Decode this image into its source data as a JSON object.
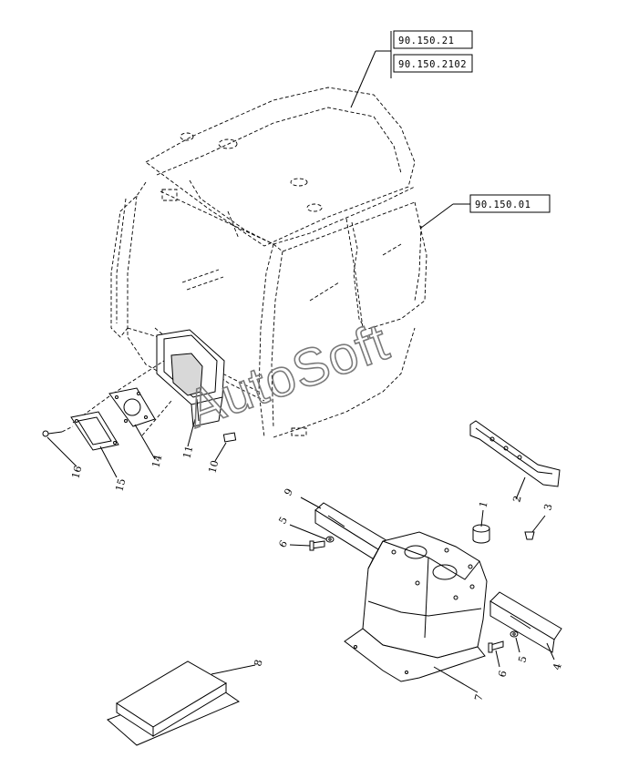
{
  "references": [
    {
      "id": "ref-1",
      "label": "90.150.21"
    },
    {
      "id": "ref-2",
      "label": "90.150.2102"
    },
    {
      "id": "ref-3",
      "label": "90.150.01"
    }
  ],
  "callouts": {
    "n1": "1",
    "n2": "2",
    "n3": "3",
    "n4": "4",
    "n5a": "5",
    "n5b": "5",
    "n6a": "6",
    "n6b": "6",
    "n7": "7",
    "n8": "8",
    "n9": "9",
    "n10": "10",
    "n11": "11",
    "n14": "14",
    "n15": "15",
    "n16": "16"
  },
  "watermark": "AutoSoft"
}
